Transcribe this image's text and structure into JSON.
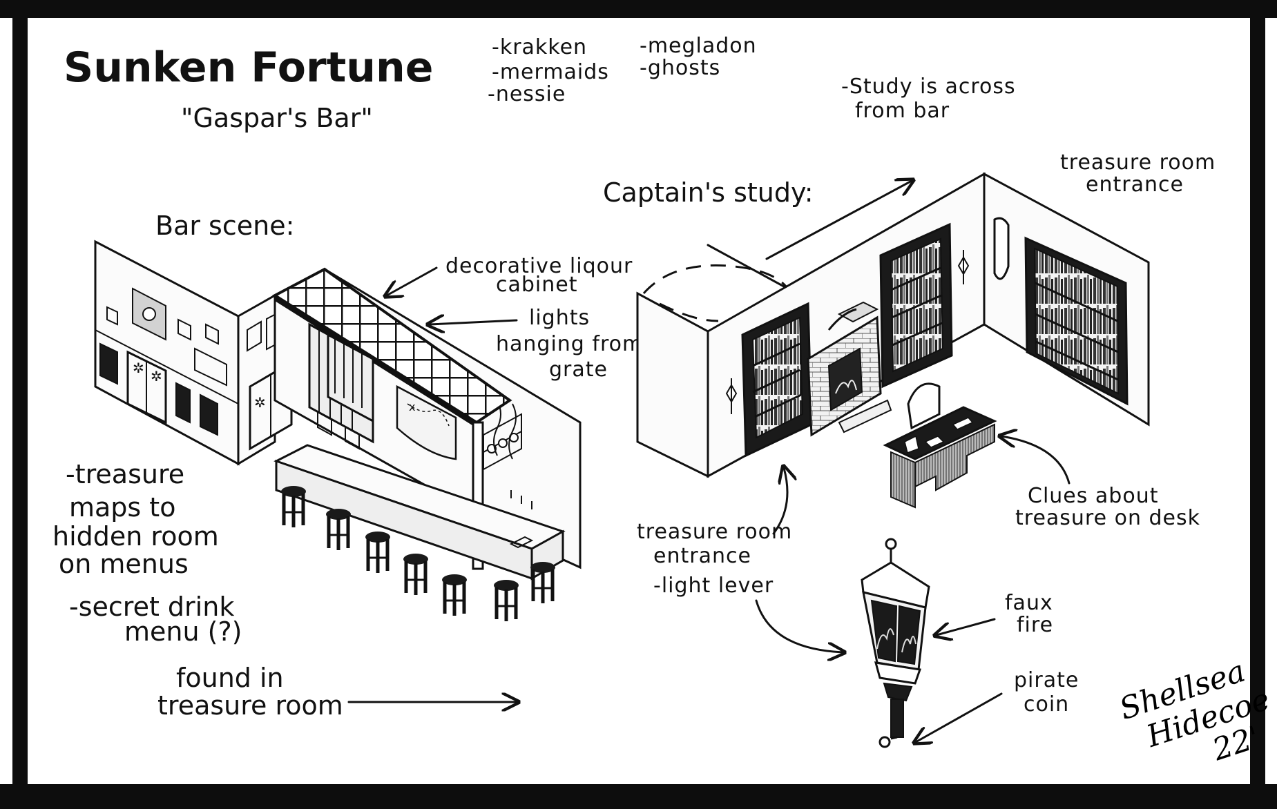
{
  "title": "Sunken Fortune",
  "subtitle": "\"Gaspar's Bar\"",
  "creature_list": [
    "-krakken",
    "-mermaids",
    "-nessie",
    "-megladon",
    "-ghosts"
  ],
  "study_note": [
    "-Study is across",
    "from bar"
  ],
  "bar_heading": "Bar scene:",
  "study_heading": "Captain's study:",
  "bar_labels": {
    "liquor_cabinet": [
      "decorative liqour",
      "cabinet"
    ],
    "lights": [
      "lights",
      "hanging from",
      "grate"
    ]
  },
  "study_labels": {
    "treasure_room_top": [
      "treasure room",
      "entrance"
    ],
    "clues": [
      "Clues about",
      "treasure on desk"
    ],
    "treasure_room_bottom": [
      "treasure room",
      "entrance",
      "-light lever"
    ]
  },
  "lantern_labels": {
    "faux_fire": [
      "faux",
      "fire"
    ],
    "pirate_coin": [
      "pirate",
      "coin"
    ]
  },
  "notes_left": {
    "maps": [
      "-treasure",
      "maps to",
      "hidden room",
      "on menus"
    ],
    "secret_menu": [
      "-secret drink",
      "menu (?)"
    ],
    "found": [
      "found in",
      "treasure room"
    ]
  },
  "signature": [
    "Shellsea",
    "Hidecoe",
    "22'"
  ],
  "colors": {
    "ink": "#111111",
    "paper": "#ffffff",
    "frame": "#0d0d0d"
  }
}
